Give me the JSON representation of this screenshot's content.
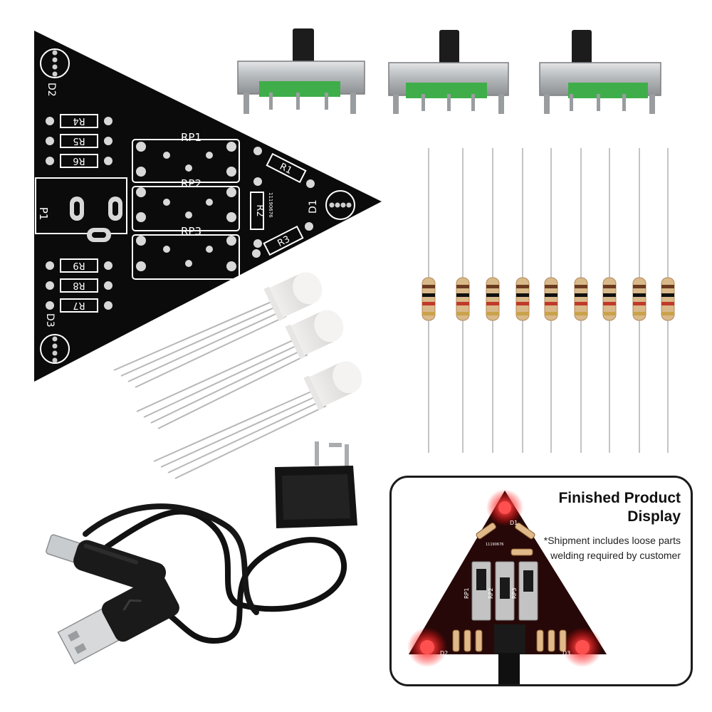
{
  "kit_board": {
    "label_d1": "D1",
    "label_d2": "D2",
    "label_d3": "D3",
    "label_p1": "P1",
    "label_rp1": "RP1",
    "label_rp2": "RP2",
    "label_rp3": "RP3",
    "label_r1": "R1",
    "label_r2": "R2",
    "label_r3": "R3",
    "label_r4": "R4",
    "label_r5": "R5",
    "label_r6": "R6",
    "label_r7": "R7",
    "label_r8": "R8",
    "label_r9": "R9",
    "board_code": "11190676"
  },
  "finished_display": {
    "title": "Finished Product Display",
    "note": "*Shipment includes loose parts welding required by customer",
    "label_d1": "D1",
    "label_d2": "D2",
    "label_d3": "D3",
    "label_rp1": "RP1",
    "label_rp2": "RP2",
    "label_rp3": "RP3",
    "board_code": "11190676"
  },
  "colors": {
    "pcb": "#0b0b0b",
    "silkscreen": "#ffffff",
    "switch_body": "#b9bcbe",
    "switch_insert": "#3fae4a",
    "resistor_body": "#d9b98a",
    "led_glow": "#ff2a2a",
    "frame_border": "#1b1b1b"
  }
}
